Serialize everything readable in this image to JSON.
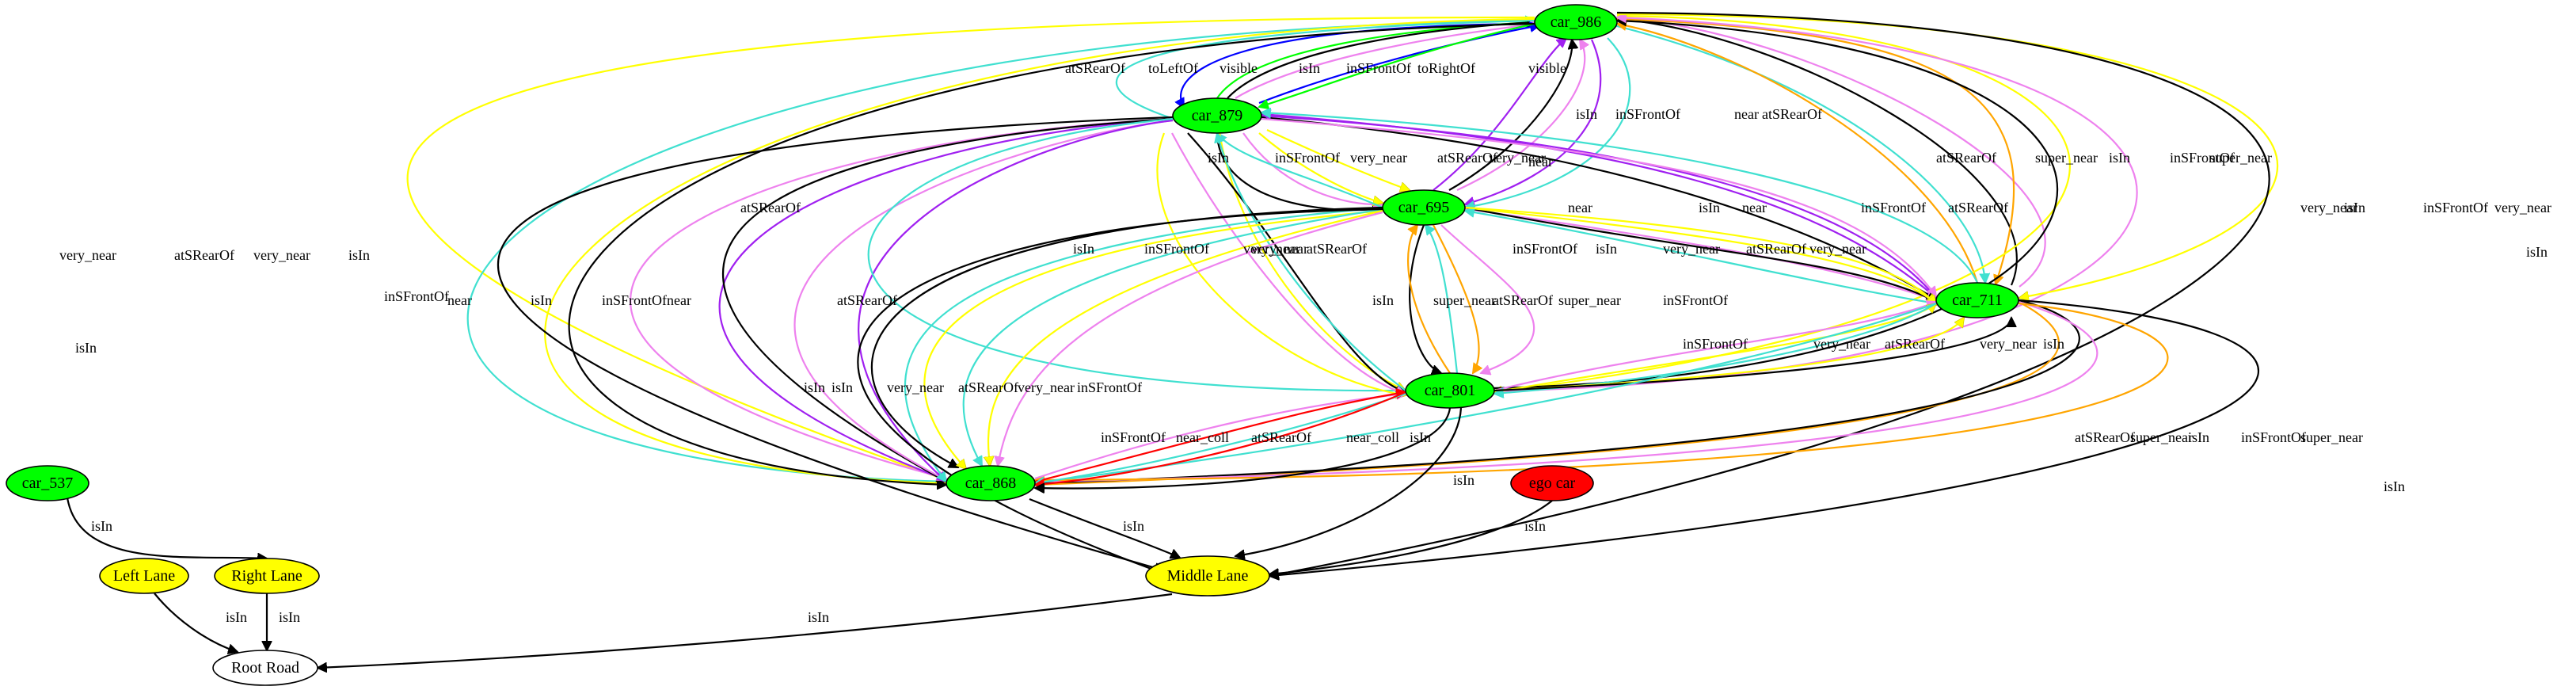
{
  "colors": {
    "black": "#000000",
    "turquoise": "#40E0D0",
    "violet": "#EE82EE",
    "purple": "#A020F0",
    "yellow": "#FFFF00",
    "blue": "#0000FF",
    "green": "#00FF00",
    "orange": "#FFA500",
    "red": "#FF0000",
    "car_node": "#00FF00",
    "lane_node": "#FFFF00",
    "ego_node": "#FF0000",
    "road_node": "#FFFFFF"
  },
  "nodes": [
    {
      "id": "car_986",
      "label": "car_986",
      "kind": "car"
    },
    {
      "id": "car_879",
      "label": "car_879",
      "kind": "car"
    },
    {
      "id": "car_695",
      "label": "car_695",
      "kind": "car"
    },
    {
      "id": "car_711",
      "label": "car_711",
      "kind": "car"
    },
    {
      "id": "car_801",
      "label": "car_801",
      "kind": "car"
    },
    {
      "id": "car_868",
      "label": "car_868",
      "kind": "car"
    },
    {
      "id": "car_537",
      "label": "car_537",
      "kind": "car"
    },
    {
      "id": "ego_car",
      "label": "ego car",
      "kind": "ego"
    },
    {
      "id": "left_lane",
      "label": "Left Lane",
      "kind": "lane"
    },
    {
      "id": "right_lane",
      "label": "Right Lane",
      "kind": "lane"
    },
    {
      "id": "middle_lane",
      "label": "Middle Lane",
      "kind": "lane"
    },
    {
      "id": "root_road",
      "label": "Root Road",
      "kind": "road"
    }
  ],
  "edges": [
    {
      "from": "car_879",
      "to": "car_986",
      "label": "atSRearOf",
      "color": "turquoise"
    },
    {
      "from": "car_986",
      "to": "car_879",
      "label": "toLeftOf",
      "color": "blue"
    },
    {
      "from": "car_879",
      "to": "car_986",
      "label": "visible",
      "color": "green"
    },
    {
      "from": "car_879",
      "to": "car_986",
      "label": "isIn",
      "color": "black"
    },
    {
      "from": "car_879",
      "to": "car_986",
      "label": "inSFrontOf",
      "color": "violet"
    },
    {
      "from": "car_879",
      "to": "car_986",
      "label": "toRightOf",
      "color": "blue"
    },
    {
      "from": "car_986",
      "to": "car_879",
      "label": "visible",
      "color": "green"
    },
    {
      "from": "car_695",
      "to": "car_986",
      "label": "near",
      "color": "purple"
    },
    {
      "from": "car_695",
      "to": "car_986",
      "label": "isIn",
      "color": "black"
    },
    {
      "from": "car_695",
      "to": "car_986",
      "label": "inSFrontOf",
      "color": "violet"
    },
    {
      "from": "car_986",
      "to": "car_695",
      "label": "near",
      "color": "purple"
    },
    {
      "from": "car_986",
      "to": "car_695",
      "label": "atSRearOf",
      "color": "turquoise"
    },
    {
      "from": "car_986",
      "to": "car_711",
      "label": "atSRearOf",
      "color": "turquoise"
    },
    {
      "from": "car_711",
      "to": "car_986",
      "label": "super_near",
      "color": "orange"
    },
    {
      "from": "car_711",
      "to": "car_986",
      "label": "isIn",
      "color": "black"
    },
    {
      "from": "car_711",
      "to": "car_986",
      "label": "inSFrontOf",
      "color": "violet"
    },
    {
      "from": "car_986",
      "to": "car_711",
      "label": "super_near",
      "color": "orange"
    },
    {
      "from": "car_986",
      "to": "car_801",
      "label": "very_near",
      "color": "yellow"
    },
    {
      "from": "car_801",
      "to": "car_986",
      "label": "isIn",
      "color": "black"
    },
    {
      "from": "car_801",
      "to": "car_986",
      "label": "inSFrontOf",
      "color": "violet"
    },
    {
      "from": "car_986",
      "to": "car_711",
      "label": "very_near",
      "color": "yellow"
    },
    {
      "from": "car_986",
      "to": "middle_lane",
      "label": "isIn",
      "color": "black"
    },
    {
      "from": "car_986",
      "to": "car_868",
      "label": "very_near",
      "color": "yellow"
    },
    {
      "from": "car_986",
      "to": "car_868",
      "label": "atSRearOf",
      "color": "turquoise"
    },
    {
      "from": "car_986",
      "to": "car_868",
      "label": "very_near",
      "color": "yellow"
    },
    {
      "from": "car_986",
      "to": "car_868",
      "label": "isIn",
      "color": "black"
    },
    {
      "from": "car_879",
      "to": "middle_lane",
      "label": "isIn",
      "color": "black"
    },
    {
      "from": "car_879",
      "to": "car_868",
      "label": "inSFrontOf",
      "color": "violet"
    },
    {
      "from": "car_879",
      "to": "car_868",
      "label": "near",
      "color": "purple"
    },
    {
      "from": "car_879",
      "to": "car_868",
      "label": "isIn",
      "color": "black"
    },
    {
      "from": "car_879",
      "to": "car_868",
      "label": "inSFrontOf",
      "color": "violet"
    },
    {
      "from": "car_879",
      "to": "car_868",
      "label": "near",
      "color": "purple"
    },
    {
      "from": "car_879",
      "to": "car_801",
      "label": "atSRearOf",
      "color": "turquoise"
    },
    {
      "from": "car_879",
      "to": "car_695",
      "label": "isIn",
      "color": "black"
    },
    {
      "from": "car_879",
      "to": "car_695",
      "label": "inSFrontOf",
      "color": "violet"
    },
    {
      "from": "car_879",
      "to": "car_695",
      "label": "very_near",
      "color": "yellow"
    },
    {
      "from": "car_695",
      "to": "car_879",
      "label": "atSRearOf",
      "color": "turquoise"
    },
    {
      "from": "car_879",
      "to": "car_695",
      "label": "very_near",
      "color": "yellow"
    },
    {
      "from": "car_879",
      "to": "car_711",
      "label": "near",
      "color": "purple"
    },
    {
      "from": "car_879",
      "to": "car_711",
      "label": "isIn",
      "color": "black"
    },
    {
      "from": "car_711",
      "to": "car_879",
      "label": "near",
      "color": "purple"
    },
    {
      "from": "car_879",
      "to": "car_711",
      "label": "inSFrontOf",
      "color": "violet"
    },
    {
      "from": "car_711",
      "to": "car_879",
      "label": "atSRearOf",
      "color": "turquoise"
    },
    {
      "from": "car_879",
      "to": "car_801",
      "label": "very_near",
      "color": "yellow"
    },
    {
      "from": "car_879",
      "to": "car_801",
      "label": "isIn",
      "color": "black"
    },
    {
      "from": "car_879",
      "to": "car_801",
      "label": "inSFrontOf",
      "color": "violet"
    },
    {
      "from": "car_879",
      "to": "car_801",
      "label": "very_near",
      "color": "yellow"
    },
    {
      "from": "car_801",
      "to": "car_879",
      "label": "atSRearOf",
      "color": "turquoise"
    },
    {
      "from": "car_695",
      "to": "car_711",
      "label": "inSFrontOf",
      "color": "violet"
    },
    {
      "from": "car_695",
      "to": "car_711",
      "label": "isIn",
      "color": "black"
    },
    {
      "from": "car_695",
      "to": "car_711",
      "label": "very_near",
      "color": "yellow"
    },
    {
      "from": "car_711",
      "to": "car_695",
      "label": "atSRearOf",
      "color": "turquoise"
    },
    {
      "from": "car_695",
      "to": "car_711",
      "label": "very_near",
      "color": "yellow"
    },
    {
      "from": "car_695",
      "to": "car_801",
      "label": "isIn",
      "color": "black"
    },
    {
      "from": "car_801",
      "to": "car_695",
      "label": "super_near",
      "color": "orange"
    },
    {
      "from": "car_801",
      "to": "car_695",
      "label": "atSRearOf",
      "color": "turquoise"
    },
    {
      "from": "car_695",
      "to": "car_801",
      "label": "super_near",
      "color": "orange"
    },
    {
      "from": "car_695",
      "to": "car_801",
      "label": "inSFrontOf",
      "color": "violet"
    },
    {
      "from": "car_695",
      "to": "car_868",
      "label": "atSRearOf",
      "color": "turquoise"
    },
    {
      "from": "car_695",
      "to": "car_868",
      "label": "isIn",
      "color": "black"
    },
    {
      "from": "car_695",
      "to": "car_868",
      "label": "very_near",
      "color": "yellow"
    },
    {
      "from": "car_695",
      "to": "car_868",
      "label": "atSRearOf",
      "color": "turquoise"
    },
    {
      "from": "car_695",
      "to": "car_868",
      "label": "very_near",
      "color": "yellow"
    },
    {
      "from": "car_695",
      "to": "car_868",
      "label": "inSFrontOf",
      "color": "violet"
    },
    {
      "from": "car_695",
      "to": "middle_lane",
      "label": "isIn",
      "color": "black"
    },
    {
      "from": "car_801",
      "to": "car_711",
      "label": "inSFrontOf",
      "color": "violet"
    },
    {
      "from": "car_801",
      "to": "car_711",
      "label": "very_near",
      "color": "yellow"
    },
    {
      "from": "car_711",
      "to": "car_801",
      "label": "atSRearOf",
      "color": "turquoise"
    },
    {
      "from": "car_801",
      "to": "car_711",
      "label": "very_near",
      "color": "yellow"
    },
    {
      "from": "car_801",
      "to": "car_711",
      "label": "isIn",
      "color": "black"
    },
    {
      "from": "car_711",
      "to": "car_868",
      "label": "atSRearOf",
      "color": "turquoise"
    },
    {
      "from": "car_711",
      "to": "car_868",
      "label": "super_near",
      "color": "orange"
    },
    {
      "from": "car_711",
      "to": "car_868",
      "label": "isIn",
      "color": "black"
    },
    {
      "from": "car_711",
      "to": "car_868",
      "label": "inSFrontOf",
      "color": "violet"
    },
    {
      "from": "car_711",
      "to": "car_868",
      "label": "super_near",
      "color": "orange"
    },
    {
      "from": "car_711",
      "to": "middle_lane",
      "label": "isIn",
      "color": "black"
    },
    {
      "from": "car_868",
      "to": "car_801",
      "label": "inSFrontOf",
      "color": "violet"
    },
    {
      "from": "car_868",
      "to": "car_801",
      "label": "near_coll",
      "color": "red"
    },
    {
      "from": "car_801",
      "to": "car_868",
      "label": "atSRearOf",
      "color": "turquoise"
    },
    {
      "from": "car_801",
      "to": "car_868",
      "label": "near_coll",
      "color": "red"
    },
    {
      "from": "car_801",
      "to": "car_868",
      "label": "isIn",
      "color": "black"
    },
    {
      "from": "car_801",
      "to": "middle_lane",
      "label": "isIn",
      "color": "black"
    },
    {
      "from": "car_868",
      "to": "middle_lane",
      "label": "isIn",
      "color": "black"
    },
    {
      "from": "ego_car",
      "to": "middle_lane",
      "label": "isIn",
      "color": "black"
    },
    {
      "from": "car_537",
      "to": "right_lane",
      "label": "isIn",
      "color": "black"
    },
    {
      "from": "left_lane",
      "to": "root_road",
      "label": "isIn",
      "color": "black"
    },
    {
      "from": "right_lane",
      "to": "root_road",
      "label": "isIn",
      "color": "black"
    },
    {
      "from": "middle_lane",
      "to": "root_road",
      "label": "isIn",
      "color": "black"
    }
  ]
}
